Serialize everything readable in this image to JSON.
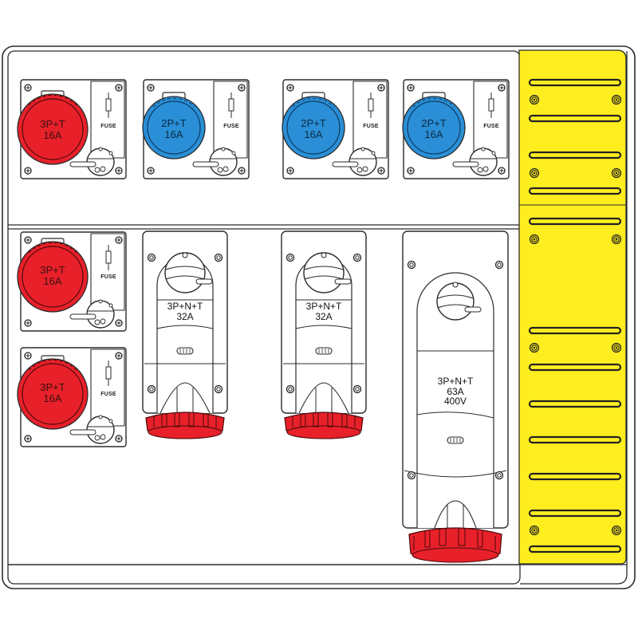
{
  "panel": {
    "colors": {
      "red": "#e8202a",
      "blue": "#2a8fd6",
      "yellow": "#ffee1f",
      "outline": "#2b2b2b",
      "background": "#ffffff"
    }
  },
  "top_row": {
    "units": [
      {
        "type": "3P+T",
        "rating": "16A",
        "color": "red",
        "fuse_label": "FUSE"
      },
      {
        "type": "2P+T",
        "rating": "16A",
        "color": "blue",
        "fuse_label": "FUSE"
      },
      {
        "type": "2P+T",
        "rating": "16A",
        "color": "blue",
        "fuse_label": "FUSE"
      },
      {
        "type": "2P+T",
        "rating": "16A",
        "color": "blue",
        "fuse_label": "FUSE"
      }
    ]
  },
  "left_column": {
    "units": [
      {
        "type": "3P+T",
        "rating": "16A",
        "color": "red",
        "fuse_label": "FUSE"
      },
      {
        "type": "3P+T",
        "rating": "16A",
        "color": "red",
        "fuse_label": "FUSE"
      }
    ]
  },
  "interlocked_sockets": [
    {
      "type": "3P+N+T",
      "rating": "32A"
    },
    {
      "type": "3P+N+T",
      "rating": "32A"
    }
  ],
  "large_socket": {
    "type": "3P+N+T",
    "rating": "63A",
    "voltage": "400V"
  },
  "yellow_panel": {
    "upper_slots": 4,
    "lower_slots": 8,
    "upper_screws": 4,
    "lower_screws": 6
  }
}
